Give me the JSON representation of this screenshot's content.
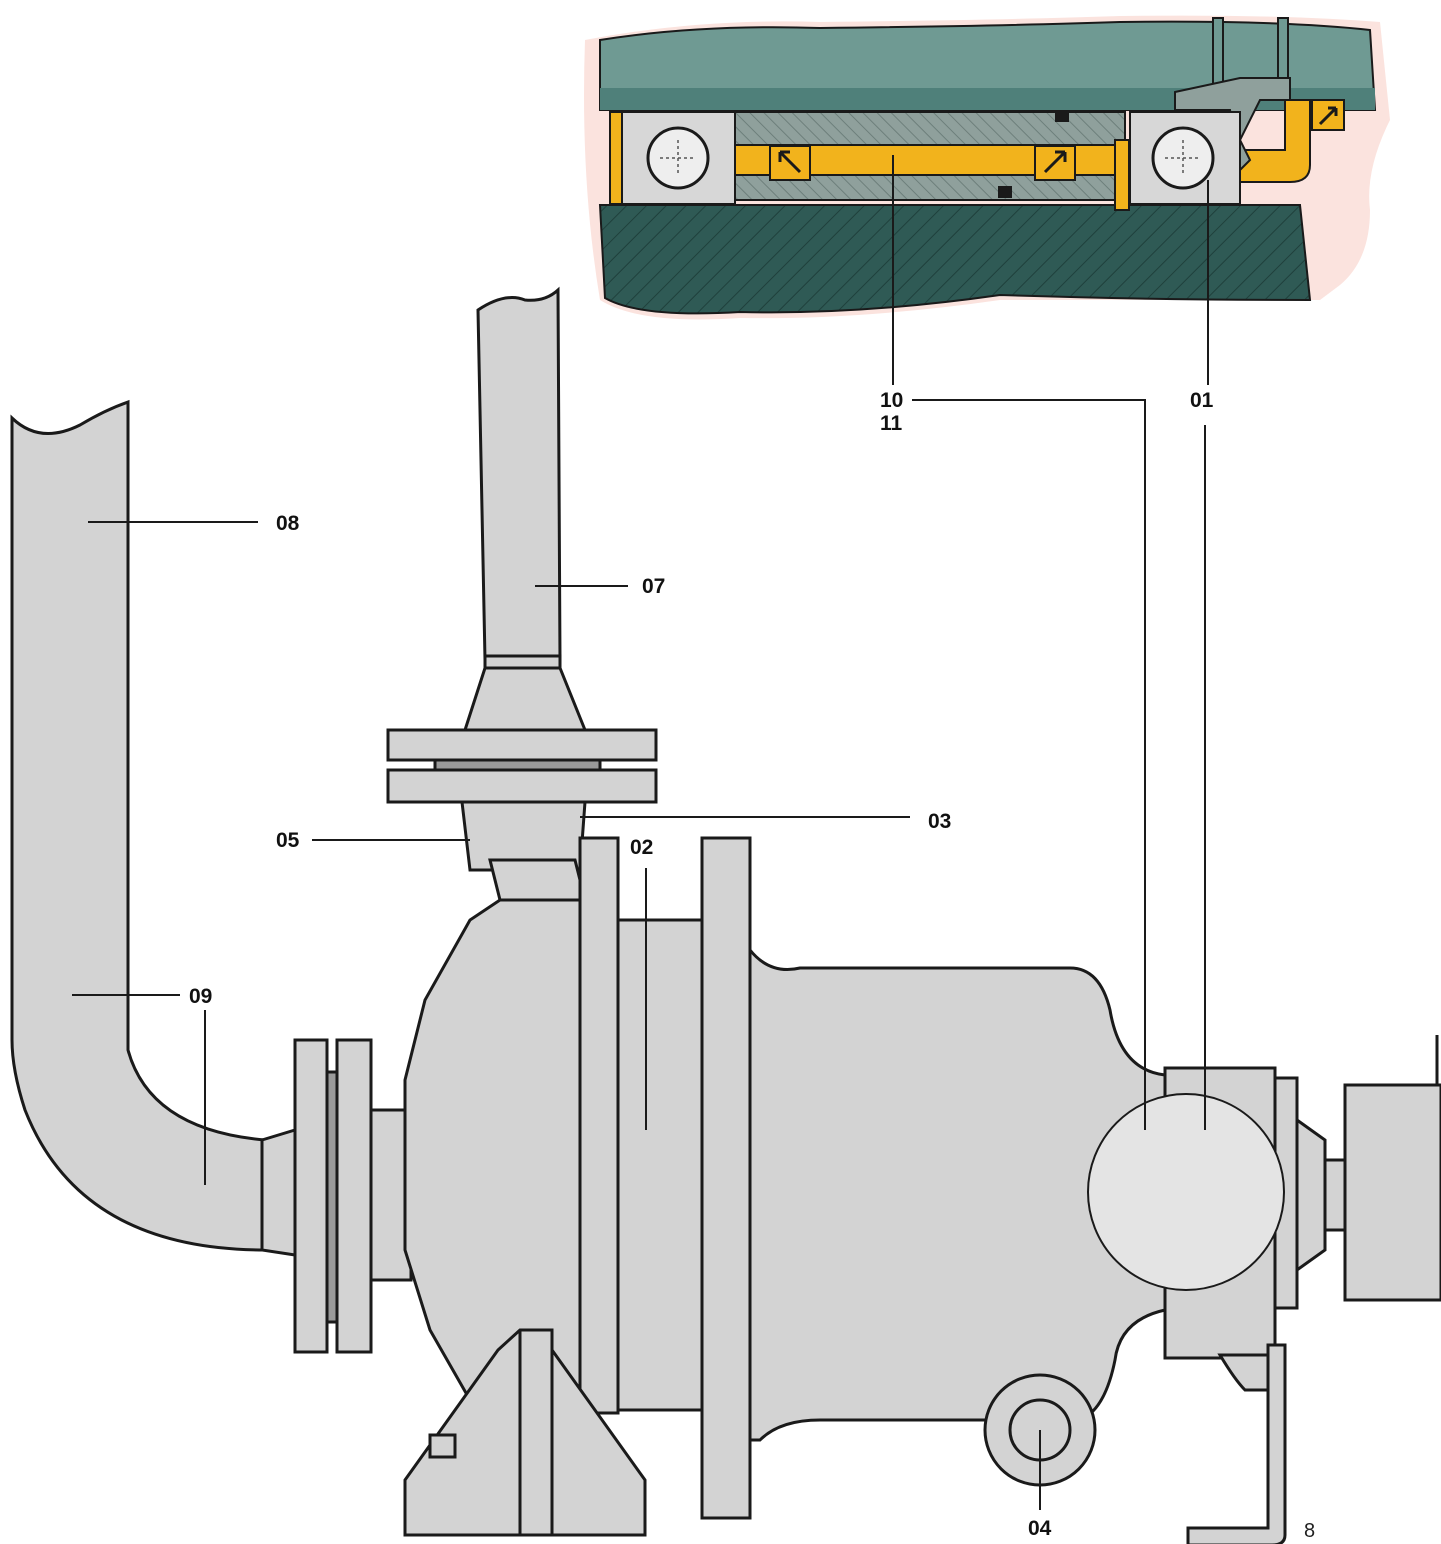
{
  "callouts": {
    "c01": "01",
    "c02": "02",
    "c03": "03",
    "c04": "04",
    "c05": "05",
    "c07": "07",
    "c08": "08",
    "c09": "09",
    "c10": "10",
    "c11": "11"
  },
  "page_number": "8",
  "colors": {
    "body_grey": "#d3d3d3",
    "outline": "#1a1a1a",
    "inset_teal": "#2f5a55",
    "inset_light_teal": "#6f9a93",
    "grease_yellow": "#f2b31c",
    "inset_background": "#fbe3de"
  },
  "icons": {
    "bearing": "ball-bearing-cross-section",
    "grease_arrow": "grease-flow-arrow"
  }
}
